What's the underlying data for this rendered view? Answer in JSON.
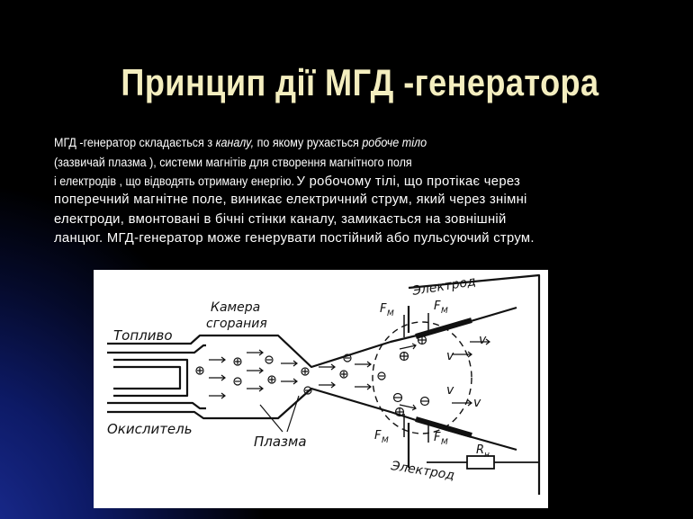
{
  "slide": {
    "title": "Принцип дії МГД -генератора",
    "lines": {
      "l1_a": "МГД -генератор складається з ",
      "l1_b": "каналу,",
      "l1_c": " по якому рухається ",
      "l1_d": "робоче  тіло",
      "l2": "(зазвичай плазма ), системи магнітів для створення магнітного поля",
      "l3_a": "і електродів , що відводять отриману енергію.",
      "l3_b": " У робочому тілі, що протікає через",
      "l4": "поперечний магнітне поле, виникає електричний струм, який через знімні",
      "l5": "електроди, вмонтовані в бічні стінки каналу, замикається на зовнішній",
      "l6": "ланцюг. МГД-генератор може генерувати постійний або пульсуючий струм."
    }
  },
  "diagram": {
    "labels": {
      "fuel": "Топливо",
      "oxidizer": "Окислитель",
      "chamber_1": "Камера",
      "chamber_2": "сгорания",
      "plasma": "Плазма",
      "electrode_top": "Электрод",
      "electrode_bottom": "Электрод",
      "force": "F",
      "force_sub": "М",
      "velocity": "v",
      "resistor": "R",
      "resistor_sub": "н"
    }
  }
}
